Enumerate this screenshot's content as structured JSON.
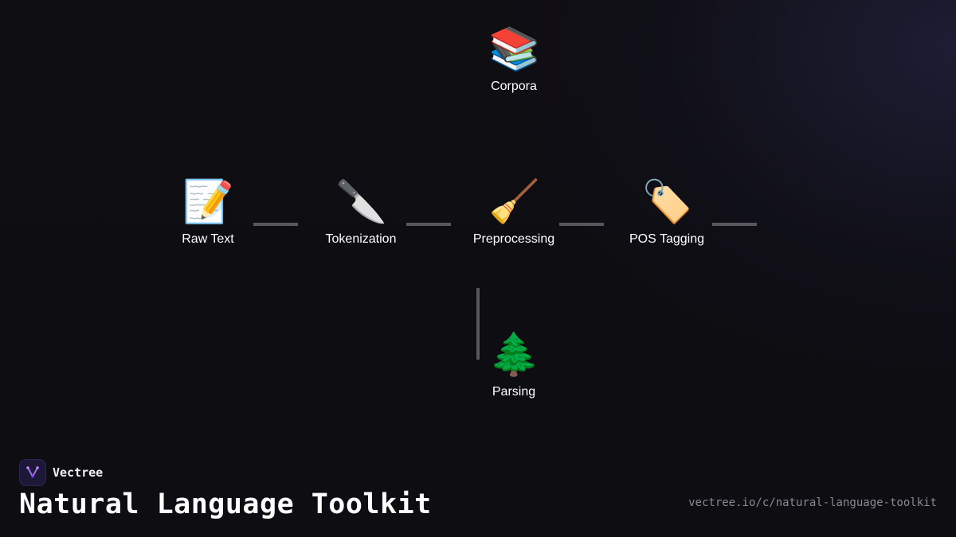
{
  "diagram": {
    "nodes": {
      "corpora": {
        "label": "Corpora",
        "icon": "books-icon",
        "glyph": "📚"
      },
      "raw_text": {
        "label": "Raw Text",
        "icon": "memo-icon",
        "glyph": "📝"
      },
      "tokenization": {
        "label": "Tokenization",
        "icon": "knife-icon",
        "glyph": "🔪"
      },
      "preprocessing": {
        "label": "Preprocessing",
        "icon": "broom-icon",
        "glyph": "🧹"
      },
      "pos_tagging": {
        "label": "POS Tagging",
        "icon": "tag-icon",
        "glyph": "🏷️"
      },
      "parsing": {
        "label": "Parsing",
        "icon": "tree-icon",
        "glyph": "🌲"
      }
    },
    "connector_color": "#58585c"
  },
  "brand": {
    "name": "Vectree",
    "logo_icon": "vectree-logo-icon",
    "accent": "#8b5cf6"
  },
  "footer": {
    "title": "Natural Language Toolkit",
    "url": "vectree.io/c/natural-language-toolkit"
  },
  "colors": {
    "background": "#0f0e13",
    "text": "#ffffff",
    "muted": "#8a8a90"
  }
}
